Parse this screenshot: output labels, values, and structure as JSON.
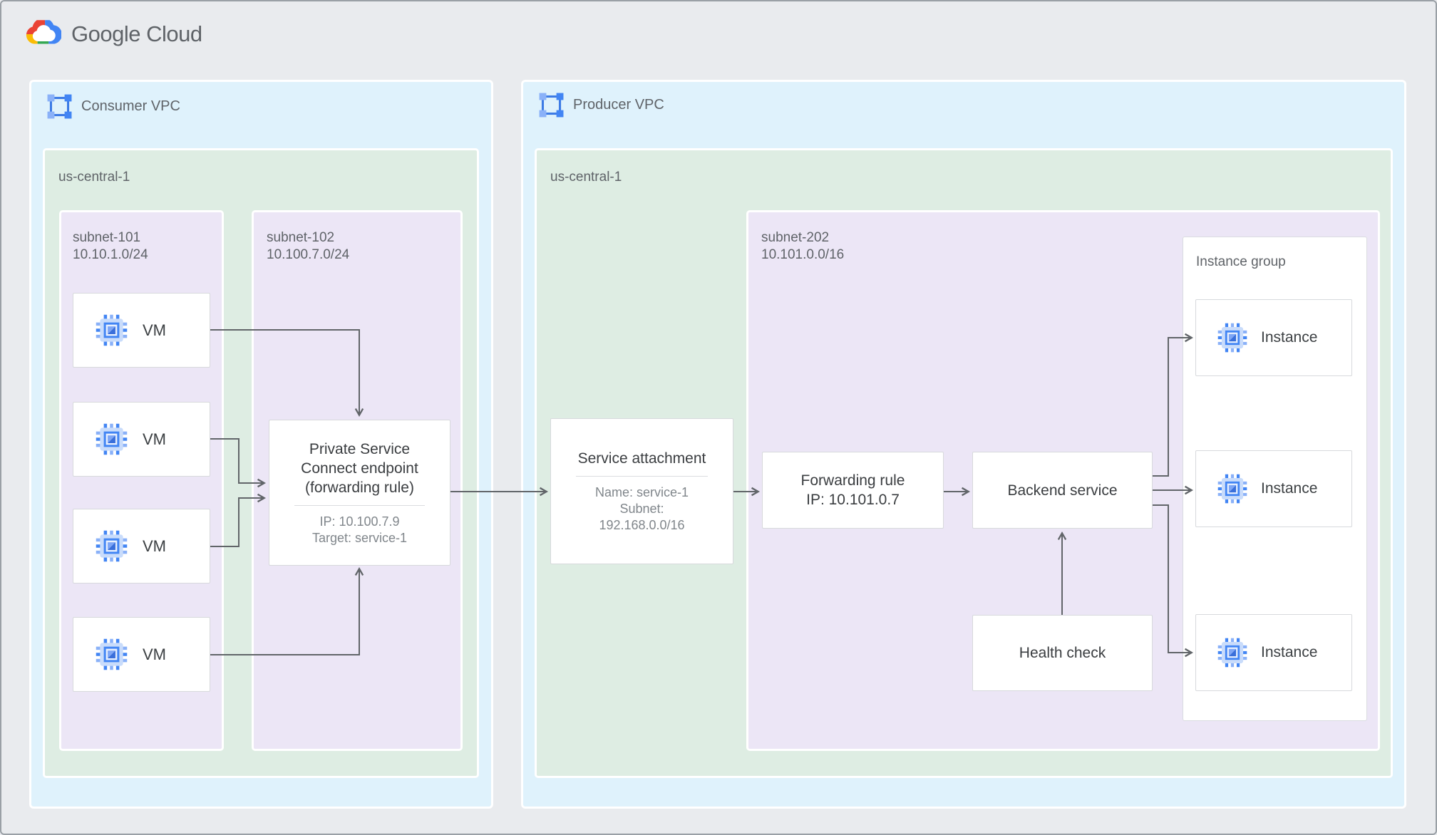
{
  "brand": {
    "logo_text": "Google Cloud"
  },
  "icons": {
    "logo": "google-cloud-icon",
    "vpc": "vpc-network-icon",
    "compute": "compute-engine-icon"
  },
  "colors": {
    "vpc_fill": "#DFF2FC",
    "region_fill": "#DEEDE3",
    "subnet_fill": "#ECE6F6",
    "canvas": "#E9EBEE",
    "line": "#616569",
    "google_blue": "#4285F4",
    "google_red": "#EA4335",
    "google_yellow": "#FBBC05",
    "google_green": "#34A853"
  },
  "consumer_vpc": {
    "label": "Consumer VPC",
    "region": {
      "label": "us-central-1"
    },
    "subnet_101": {
      "name": "subnet-101",
      "cidr": "10.10.1.0/24",
      "vms": [
        {
          "label": "VM"
        },
        {
          "label": "VM"
        },
        {
          "label": "VM"
        },
        {
          "label": "VM"
        }
      ]
    },
    "subnet_102": {
      "name": "subnet-102",
      "cidr": "10.100.7.0/24"
    },
    "psc_endpoint": {
      "title": "Private Service Connect endpoint (forwarding rule)",
      "ip": "IP: 10.100.7.9",
      "target": "Target: service-1"
    }
  },
  "producer_vpc": {
    "label": "Producer VPC",
    "region": {
      "label": "us-central-1"
    },
    "subnet_202": {
      "name": "subnet-202",
      "cidr": "10.101.0.0/16"
    },
    "service_attachment": {
      "title": "Service attachment",
      "name": "Name: service-1",
      "subnet_label": "Subnet:",
      "subnet_cidr": "192.168.0.0/16"
    },
    "forwarding_rule": {
      "title": "Forwarding rule",
      "ip": "IP: 10.101.0.7"
    },
    "backend_service": {
      "title": "Backend service"
    },
    "health_check": {
      "title": "Health check"
    },
    "instance_group": {
      "label": "Instance group",
      "instances": [
        {
          "label": "Instance"
        },
        {
          "label": "Instance"
        },
        {
          "label": "Instance"
        }
      ]
    }
  }
}
